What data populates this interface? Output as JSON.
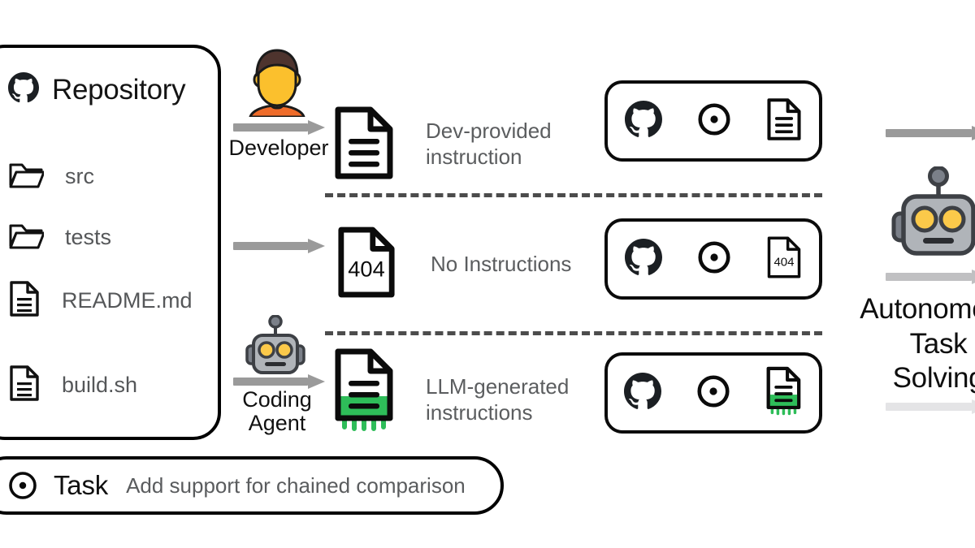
{
  "colors": {
    "outline": "#000000",
    "text_dark": "#111111",
    "text_gray": "#5b5d5f",
    "arrow_gray": "#9a9a9a",
    "arrow_gray_light": "#c0c0c2",
    "arrow_gray_lighter": "#e0e0e2",
    "green": "#2ebd59",
    "skin": "#fbc02d",
    "hair": "#4e342e",
    "shirt": "#ef6c2a",
    "robot_body": "#b0b4b9",
    "robot_outline": "#3d4045",
    "robot_eye": "#fbc94a",
    "dash": "#4c4c4c"
  },
  "repository": {
    "title": "Repository",
    "title_icon": "github-icon",
    "items": [
      {
        "label": "src",
        "icon": "folder-icon"
      },
      {
        "label": "tests",
        "icon": "folder-icon"
      },
      {
        "label": "README.md",
        "icon": "file-icon"
      },
      {
        "label": "build.sh",
        "icon": "file-icon"
      }
    ]
  },
  "task": {
    "icon": "task-target-icon",
    "label": "Task",
    "description": "Add support for chained comparison"
  },
  "rows": [
    {
      "actor": "Developer",
      "actor_icon": "developer-avatar-icon",
      "document_icon": "document-icon",
      "document_variant": "plain",
      "caption_line1": "Dev-provided",
      "caption_line2": "instruction",
      "box_icons": [
        "github-icon",
        "task-target-icon",
        "document-icon"
      ]
    },
    {
      "actor": "",
      "actor_icon": "",
      "document_icon": "document-404-icon",
      "document_variant": "404",
      "document_code": "404",
      "caption_line1": "No Instructions",
      "caption_line2": "",
      "box_icons": [
        "github-icon",
        "task-target-icon",
        "document-404-icon"
      ]
    },
    {
      "actor_line1": "Coding",
      "actor_line2": "Agent",
      "actor_icon": "robot-icon",
      "document_icon": "document-green-icon",
      "document_variant": "green",
      "caption_line1": "LLM-generated",
      "caption_line2": "instructions",
      "box_icons": [
        "github-icon",
        "task-target-icon",
        "document-green-icon"
      ]
    }
  ],
  "output": {
    "robot_icon": "robot-large-icon",
    "line1": "Autonomous",
    "line2": "Task",
    "line3": "Solving"
  }
}
